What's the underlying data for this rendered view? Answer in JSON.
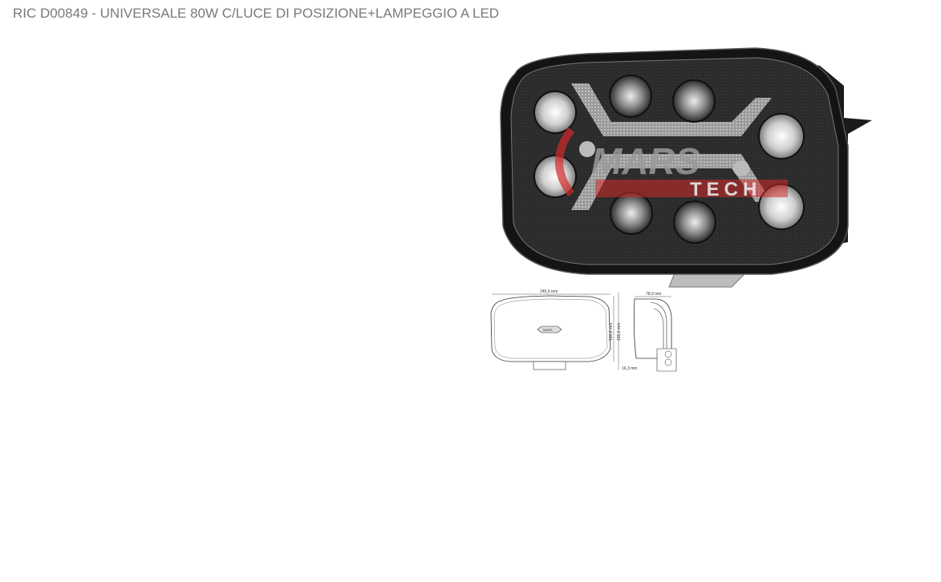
{
  "page": {
    "title": "RIC D00849 - UNIVERSALE 80W C/LUCE DI POSIZIONE+LAMPEGGIO A LED"
  },
  "product_image": {
    "alt": "LED work lamp 80W with position light and flashing",
    "brand_watermark": "MARS",
    "watermark_sub": "TECH",
    "lamp_logo": "MARS",
    "colors": {
      "housing": "#1c1c1c",
      "face": "#2a2a2a",
      "watermark_red": "#d32a2a",
      "reflector": "#d8d8d8"
    }
  },
  "technical_drawing": {
    "width_label": "245,0 mm",
    "height_inner_label": "130,2 mm",
    "height_outer_label": "155,6 mm",
    "depth_label": "78,9 mm",
    "bracket_label": "16,3 mm",
    "logo": "MARS"
  }
}
